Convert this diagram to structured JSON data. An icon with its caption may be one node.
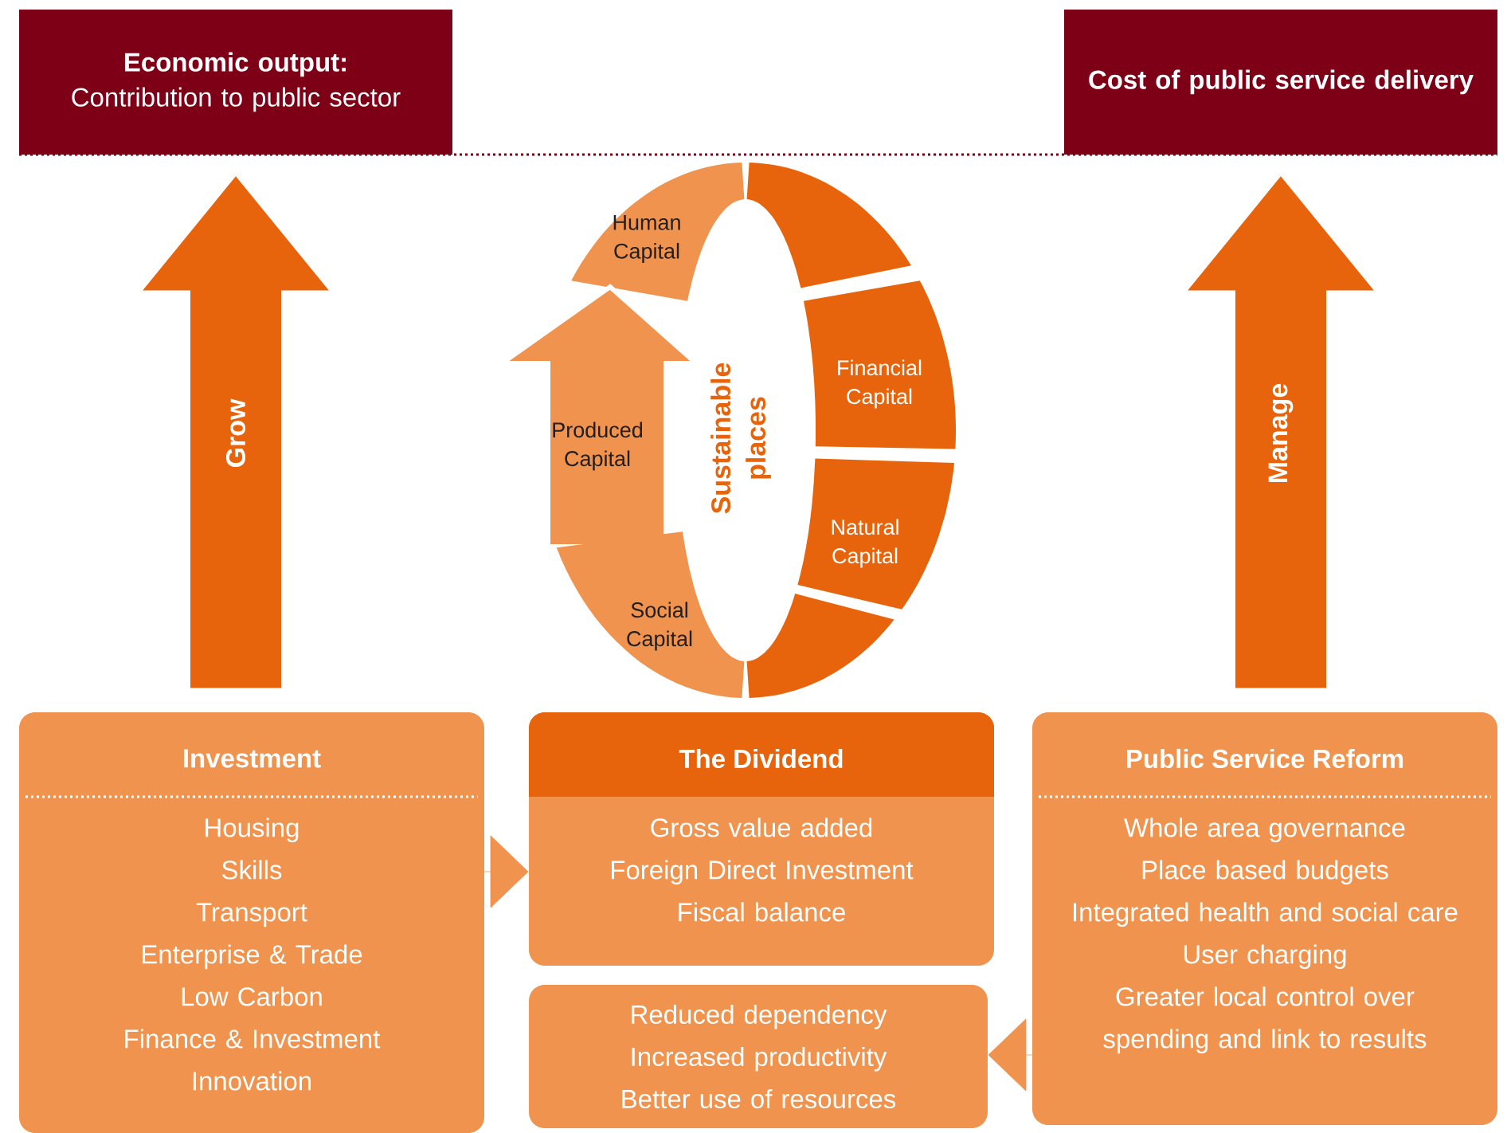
{
  "diagram": {
    "nodes": [
      {
        "text": [
          "Economic output:",
          "Contribution to public sector"
        ]
      },
      {
        "text": [
          "Cost of public service delivery"
        ]
      },
      {
        "text": [
          "Investment",
          "Housing",
          "Skills",
          "Transport",
          "Enterprise & Trade",
          "Low Carbon",
          "Finance & Investment",
          "Innovation"
        ]
      },
      {
        "text": [
          "The Dividend",
          "Gross value added",
          "Foreign Direct Investment",
          "Fiscal balance"
        ]
      },
      {
        "text": [
          "Reduced dependency",
          "Increased productivity",
          "Better use of resources"
        ]
      },
      {
        "text": [
          "Public Service Reform",
          "Whole area governance",
          "Place based budgets",
          "Integrated health and social care",
          "User charging",
          "Greater local control over spending and link to results"
        ]
      },
      {
        "text": [
          "Human Capital"
        ]
      },
      {
        "text": [
          "Produced Capital"
        ]
      },
      {
        "text": [
          "Social Capital"
        ]
      },
      {
        "text": [],
        "shape": "band"
      },
      {
        "text": [
          "Financial Capital"
        ]
      },
      {
        "text": [
          "Natural Capital"
        ]
      },
      {
        "text": [],
        "shape": "band"
      }
    ],
    "edges": [
      {
        "from": 2,
        "to": 0,
        "arrow": "to",
        "label": "Grow",
        "style": "thick",
        "color": "#e8640c"
      },
      {
        "from": 5,
        "to": 1,
        "arrow": "to",
        "label": "Manage",
        "style": "thick",
        "color": "#e8640c"
      },
      {
        "from": 2,
        "to": 3,
        "arrow": "to",
        "color": "#f0934e"
      },
      {
        "from": 5,
        "to": 4,
        "arrow": "to",
        "color": "#f0934e"
      }
    ],
    "labels": [
      "Sustainable places"
    ]
  }
}
